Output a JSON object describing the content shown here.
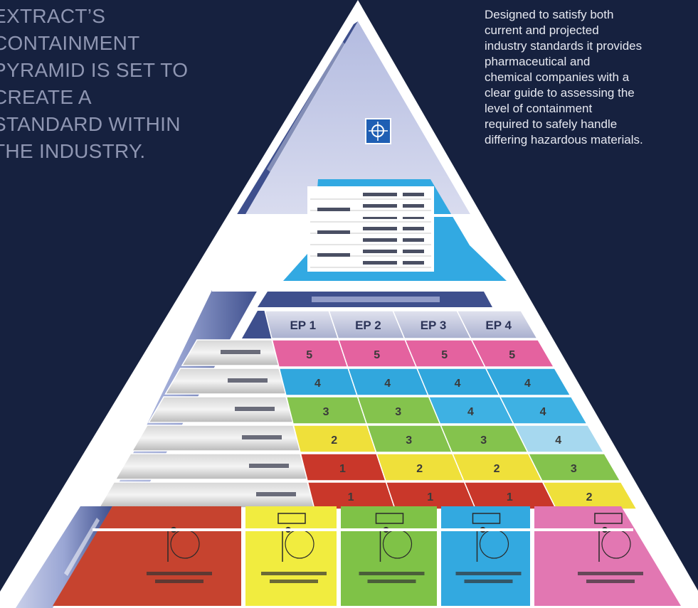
{
  "headline": {
    "lines": [
      "EXTRACT’S",
      "CONTAINMENT",
      "PYRAMID IS SET TO",
      "CREATE A",
      "STANDARD WITHIN",
      "THE INDUSTRY."
    ]
  },
  "blurb": {
    "lines": [
      "Designed to satisfy both",
      "current and projected",
      "industry standards it provides",
      "pharmaceutical and",
      "chemical companies with a",
      "clear guide to assessing the",
      "level of containment",
      "required to safely handle",
      "differing hazardous materials."
    ]
  },
  "pyramid": {
    "matrix": {
      "columns": [
        "EP 1",
        "EP 2",
        "EP 3",
        "EP 4"
      ],
      "rows": [
        {
          "values": [
            "5",
            "5",
            "5",
            "5"
          ],
          "colors": [
            "#e4629f",
            "#e4629f",
            "#e4629f",
            "#e4629f"
          ]
        },
        {
          "values": [
            "4",
            "4",
            "4",
            "4"
          ],
          "colors": [
            "#31a7dd",
            "#31a7dd",
            "#31a7dd",
            "#31a7dd"
          ]
        },
        {
          "values": [
            "3",
            "3",
            "4",
            "4"
          ],
          "colors": [
            "#84c34d",
            "#84c34d",
            "#3eb1e3",
            "#3eb1e3"
          ]
        },
        {
          "values": [
            "2",
            "3",
            "3",
            "4"
          ],
          "colors": [
            "#efe03a",
            "#84c34d",
            "#84c34d",
            "#a6d8ef"
          ]
        },
        {
          "values": [
            "1",
            "2",
            "2",
            "3"
          ],
          "colors": [
            "#c9372a",
            "#efe03a",
            "#efe03a",
            "#84c34d"
          ]
        },
        {
          "values": [
            "1",
            "1",
            "1",
            "2"
          ],
          "colors": [
            "#c9372a",
            "#c9372a",
            "#c9372a",
            "#efe03a"
          ]
        }
      ]
    },
    "strategies": {
      "colors": [
        "#c6432f",
        "#f1ec3f",
        "#7fc247",
        "#33a9e0",
        "#e277b2"
      ],
      "icons": [
        "operator-icon",
        "hood-operator-icon",
        "glovebox-operator-icon",
        "isolator-operator-icon",
        "pressurised-isolator-icon"
      ]
    }
  },
  "colors": {
    "background": "#16213f",
    "pyramid_frame": "#ffffff",
    "band_dark": "#3d4d8a",
    "band_light": "#b7bfe1"
  }
}
